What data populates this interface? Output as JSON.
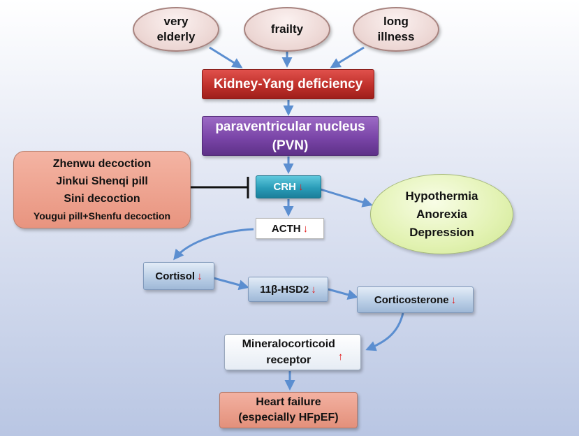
{
  "nodes": {
    "very_elderly": [
      "very",
      "elderly"
    ],
    "frailty": "frailty",
    "long_illness": [
      "long",
      "illness"
    ],
    "kidney_yang": "Kidney-Yang deficiency",
    "pvn": [
      "paraventricular nucleus",
      "(PVN)"
    ],
    "drugs": [
      "Zhenwu decoction",
      "Jinkui Shenqi pill",
      "Sini decoction",
      "Yougui pill+Shenfu decoction"
    ],
    "crh": "CRH",
    "symptoms": [
      "Hypothermia",
      "Anorexia",
      "Depression"
    ],
    "acth": "ACTH",
    "cortisol": "Cortisol",
    "hsd2": "11β-HSD2",
    "corticosterone": "Corticosterone",
    "mineralocorticoid": [
      "Mineralocorticoid",
      "receptor"
    ],
    "heart_failure": [
      "Heart failure",
      "(especially HFpEF)"
    ]
  },
  "indicators": {
    "down": "↓",
    "up": "↑"
  },
  "colors": {
    "kidney": "#c0302b",
    "pvn": "#7a45a8",
    "crh": "#2a9cb8",
    "arrow": "#5b8ed0",
    "indicator": "#e21b1b",
    "inhibit": "#111111"
  }
}
